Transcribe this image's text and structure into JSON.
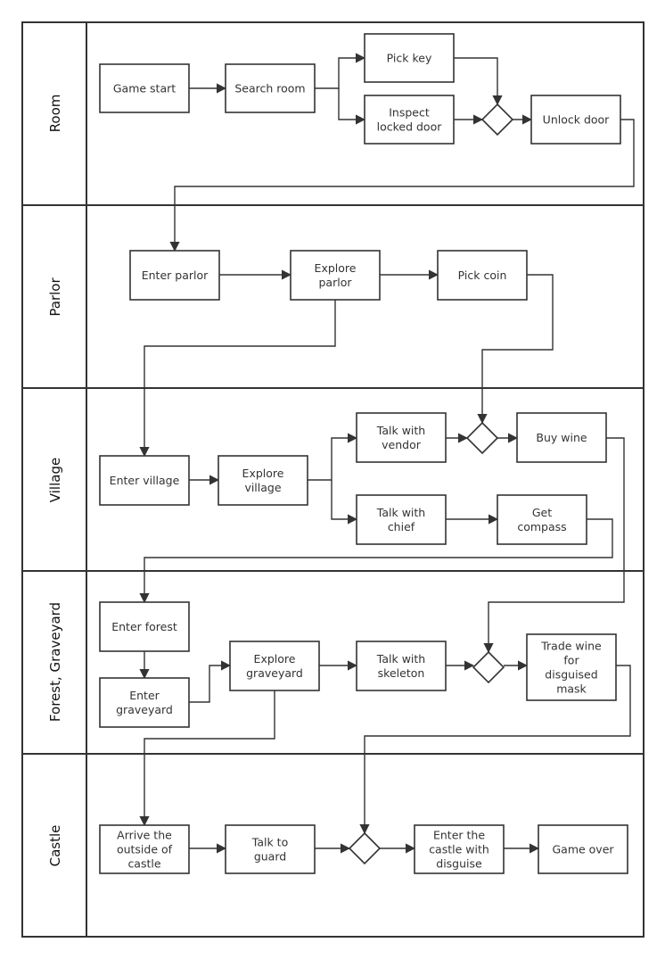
{
  "lanes": [
    {
      "id": "room",
      "label": "Room"
    },
    {
      "id": "parlor",
      "label": "Parlor"
    },
    {
      "id": "village",
      "label": "Village"
    },
    {
      "id": "forest",
      "label": "Forest, Graveyard"
    },
    {
      "id": "castle",
      "label": "Castle"
    }
  ],
  "nodes": {
    "game_start": [
      "Game start"
    ],
    "search_room": [
      "Search room"
    ],
    "pick_key": [
      "Pick key"
    ],
    "inspect_door": [
      "Inspect",
      "locked door"
    ],
    "unlock_door": [
      "Unlock door"
    ],
    "enter_parlor": [
      "Enter parlor"
    ],
    "explore_parlor": [
      "Explore",
      "parlor"
    ],
    "pick_coin": [
      "Pick coin"
    ],
    "enter_village": [
      "Enter village"
    ],
    "explore_village": [
      "Explore",
      "village"
    ],
    "talk_vendor": [
      "Talk with",
      "vendor"
    ],
    "buy_wine": [
      "Buy wine"
    ],
    "talk_chief": [
      "Talk with",
      "chief"
    ],
    "get_compass": [
      "Get",
      "compass"
    ],
    "enter_forest": [
      "Enter forest"
    ],
    "enter_graveyard": [
      "Enter",
      "graveyard"
    ],
    "explore_graveyard": [
      "Explore",
      "graveyard"
    ],
    "talk_skeleton": [
      "Talk with",
      "skeleton"
    ],
    "trade_wine": [
      "Trade wine",
      "for",
      "disguised",
      "mask"
    ],
    "arrive_castle": [
      "Arrive the",
      "outside of",
      "castle"
    ],
    "talk_guard": [
      "Talk to",
      "guard"
    ],
    "enter_castle": [
      "Enter the",
      "castle with",
      "disguise"
    ],
    "game_over": [
      "Game over"
    ]
  }
}
